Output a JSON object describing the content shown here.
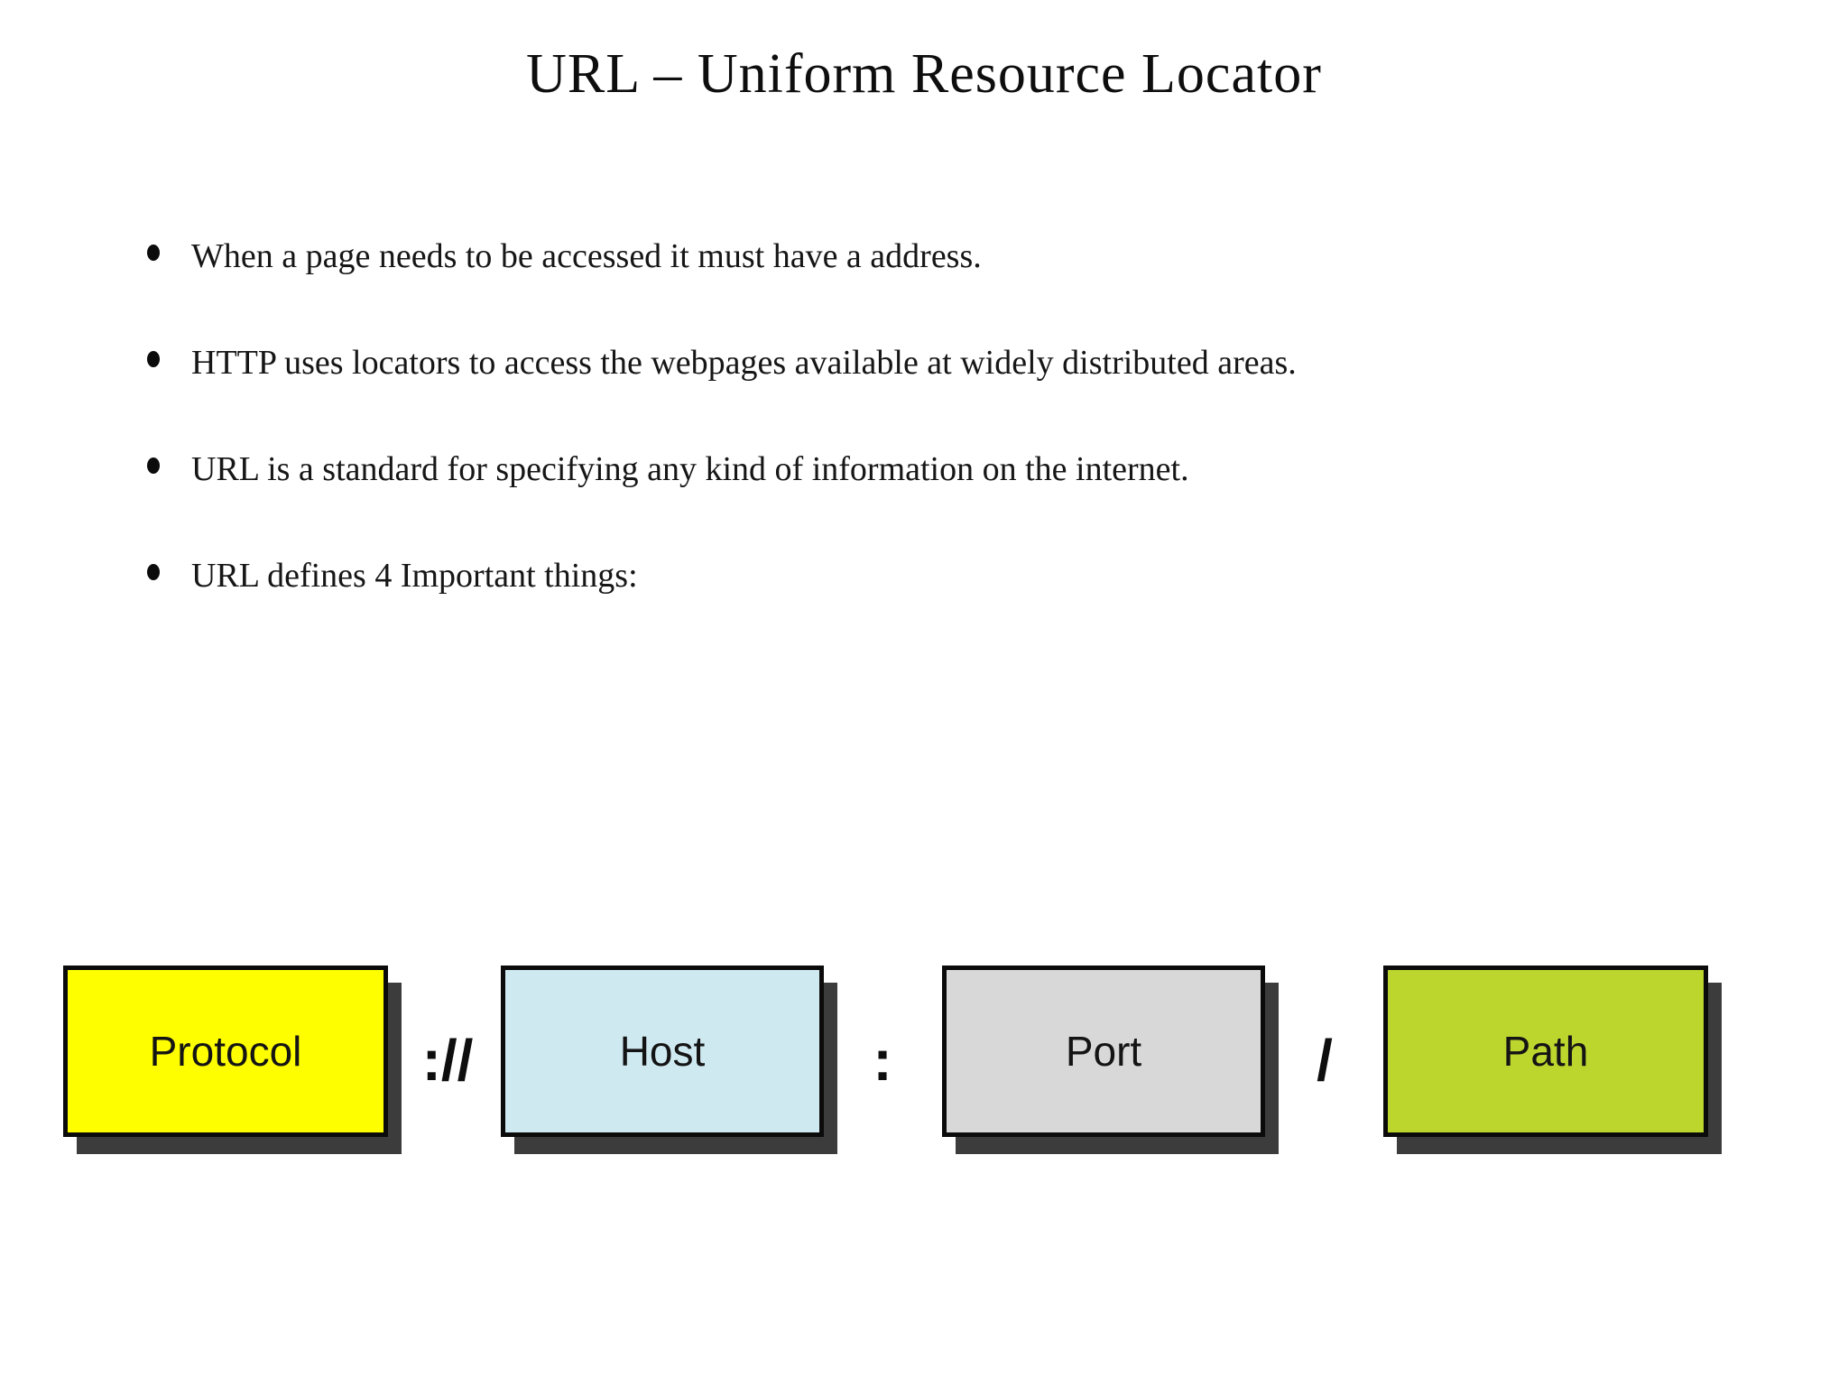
{
  "slide": {
    "title": "URL – Uniform Resource Locator",
    "bullets": [
      "When a page needs to be accessed it must have a address.",
      "HTTP uses locators to access the webpages available at widely distributed areas.",
      "URL is a standard for specifying any kind of information on the internet.",
      "URL defines 4 Important things:"
    ],
    "diagram": {
      "boxes": [
        {
          "label": "Protocol",
          "fill": "#FEFE00"
        },
        {
          "label": "Host",
          "fill": "#CFE9F1"
        },
        {
          "label": "Port",
          "fill": "#D8D8D8"
        },
        {
          "label": "Path",
          "fill": "#BDD62E"
        }
      ],
      "separators": [
        "://",
        ":",
        "/"
      ],
      "border_color": "#0B0B0B",
      "shadow_color": "#3C3C3C",
      "text_color": "#141414"
    }
  }
}
